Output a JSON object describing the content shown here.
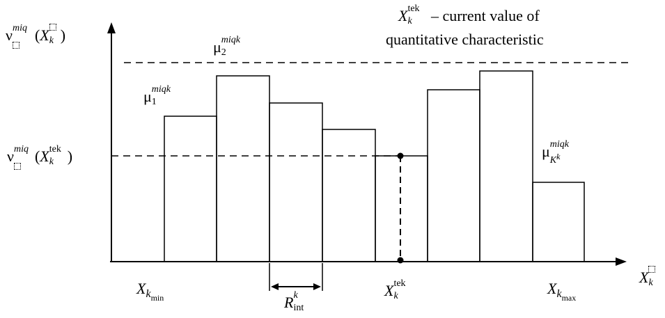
{
  "annotation": {
    "symbol": "X",
    "sub": "k",
    "sup": "tek",
    "text_line1": "– current value of",
    "text_line2": "quantitative characteristic"
  },
  "y_axis_label": {
    "nu": "ν",
    "sup": "miq",
    "X": "X",
    "sub": "k"
  },
  "y_ref_label": {
    "nu": "ν",
    "sup": "miq",
    "X": "X",
    "sub": "k",
    "arg_sup": "tek"
  },
  "mu_labels": [
    {
      "mu": "μ",
      "sub": "1",
      "sup": "miqk"
    },
    {
      "mu": "μ",
      "sub": "2",
      "sup": "miqk"
    },
    {
      "mu": "μ",
      "sub": "K",
      "subsub": "k",
      "sup": "miqk"
    }
  ],
  "x_labels": {
    "xmin": {
      "X": "X",
      "k": "k",
      "sub": "min"
    },
    "r_int": {
      "R": "R",
      "sup": "k",
      "sub": "int"
    },
    "xtek": {
      "X": "X",
      "sub": "k",
      "sup": "tek"
    },
    "xmax": {
      "X": "X",
      "k": "k",
      "sub": "max"
    },
    "axis": {
      "X": "X",
      "sub": "k"
    }
  }
}
